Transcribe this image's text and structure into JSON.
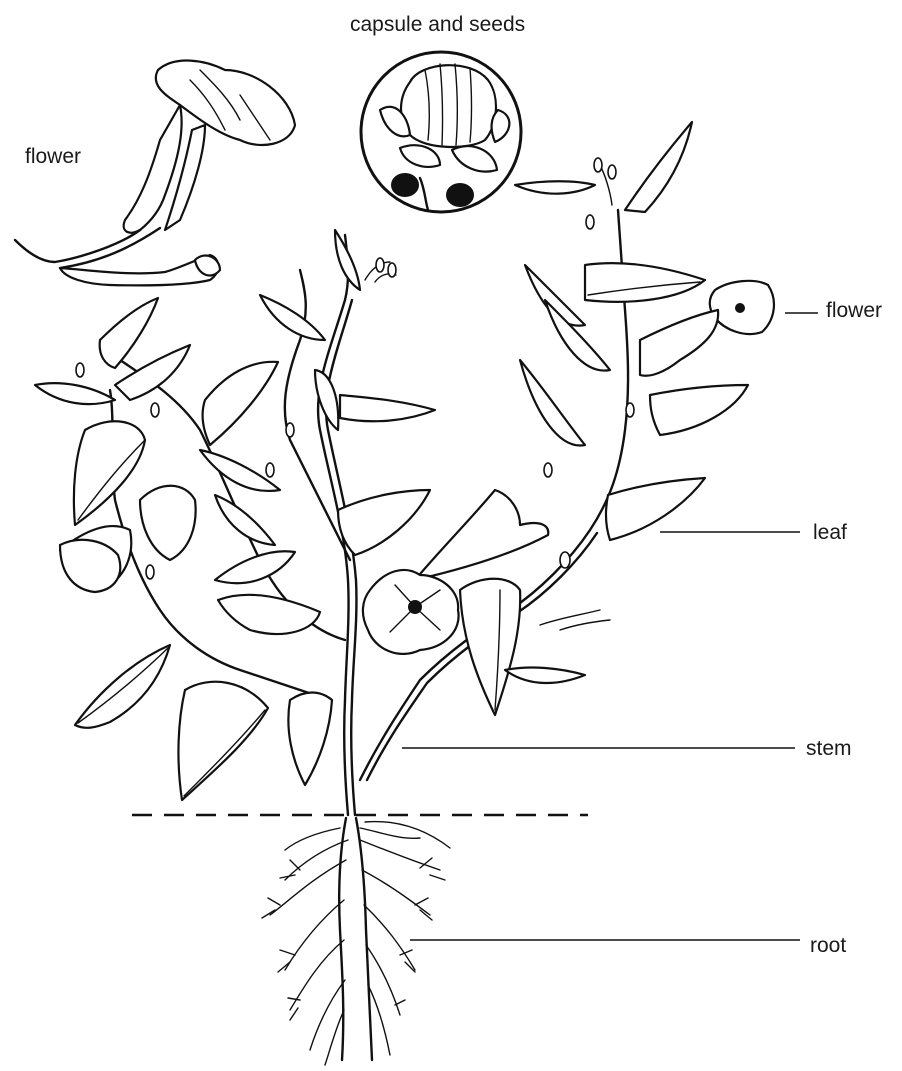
{
  "labels": {
    "capsule": "capsule and seeds",
    "flower_left": "flower",
    "flower_right": "flower",
    "leaf": "leaf",
    "stem": "stem",
    "root": "root"
  },
  "colors": {
    "ink": "#111111",
    "background": "#ffffff"
  }
}
